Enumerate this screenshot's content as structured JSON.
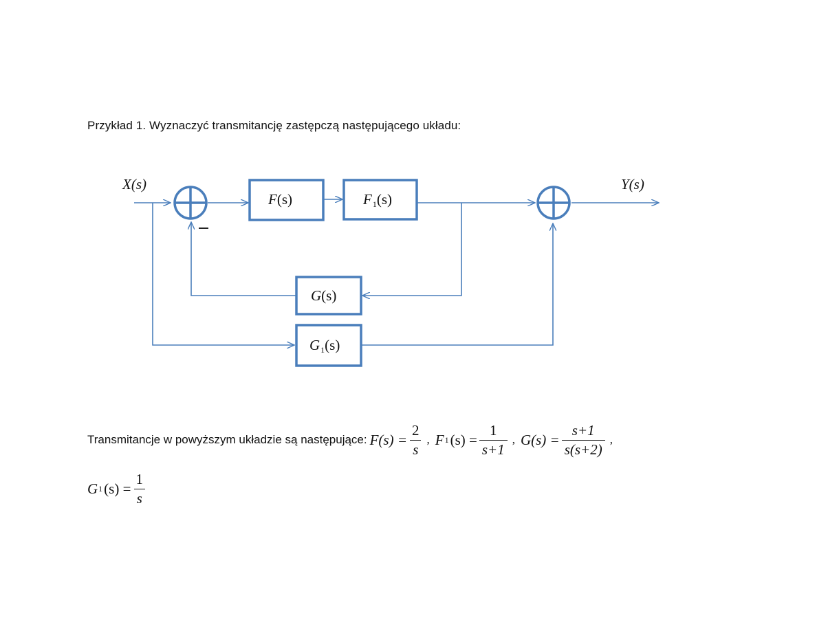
{
  "heading": "Przykład 1. Wyznaczyć transmitancję zastępczą następującego układu:",
  "diagram": {
    "input_label": "X(s)",
    "output_label": "Y(s)",
    "blocks": {
      "F": {
        "name": "F",
        "sub": "",
        "arg": "(s)"
      },
      "F1": {
        "name": "F",
        "sub": "1",
        "arg": "(s)"
      },
      "G": {
        "name": "G",
        "sub": "",
        "arg": "(s)"
      },
      "G1": {
        "name": "G",
        "sub": "1",
        "arg": "(s)"
      }
    },
    "sum1_sign": "−",
    "line_color": "#4a7ebb"
  },
  "formulas_intro": "Transmitancje w powyższym układzie są następujące:",
  "formulas": {
    "F": {
      "lhs": "F(s) =",
      "num": "2",
      "den": "s"
    },
    "F1": {
      "lhs_name": "F",
      "lhs_sub": "1",
      "lhs_arg": "(s) =",
      "num": "1",
      "den": "s+1"
    },
    "G": {
      "lhs": "G(s) =",
      "num": "s+1",
      "den": "s(s+2)"
    },
    "G1": {
      "lhs_name": "G",
      "lhs_sub": "1",
      "lhs_arg": "(s) =",
      "num": "1",
      "den": "s"
    }
  },
  "separator": ","
}
